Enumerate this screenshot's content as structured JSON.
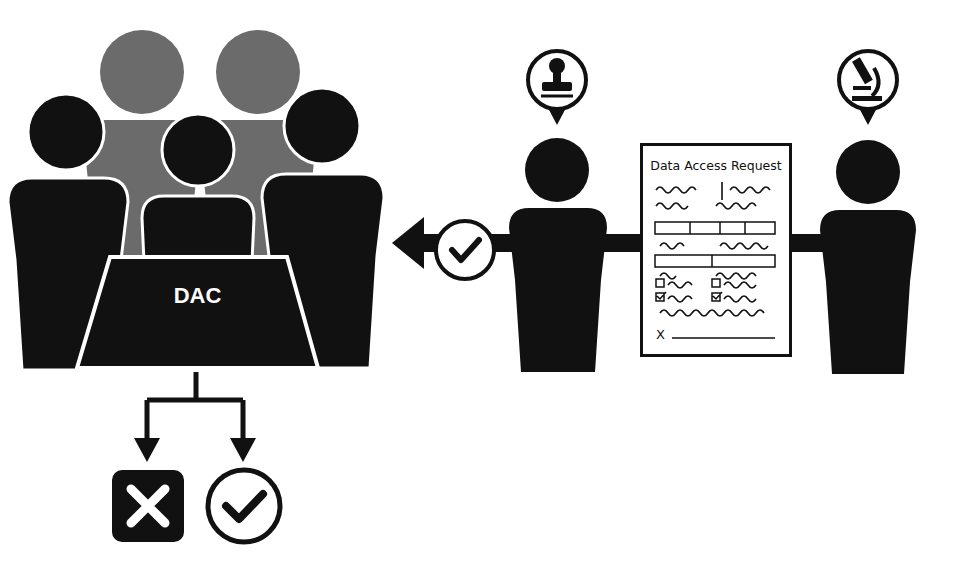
{
  "diagram": {
    "nodes": [
      {
        "text": [
          "DAC"
        ]
      },
      {
        "text": [
          "Data Access Request"
        ]
      }
    ],
    "edges": [
      {
        "from": 1,
        "to": 0,
        "arrow": "to"
      }
    ],
    "labels": [
      "X"
    ]
  }
}
